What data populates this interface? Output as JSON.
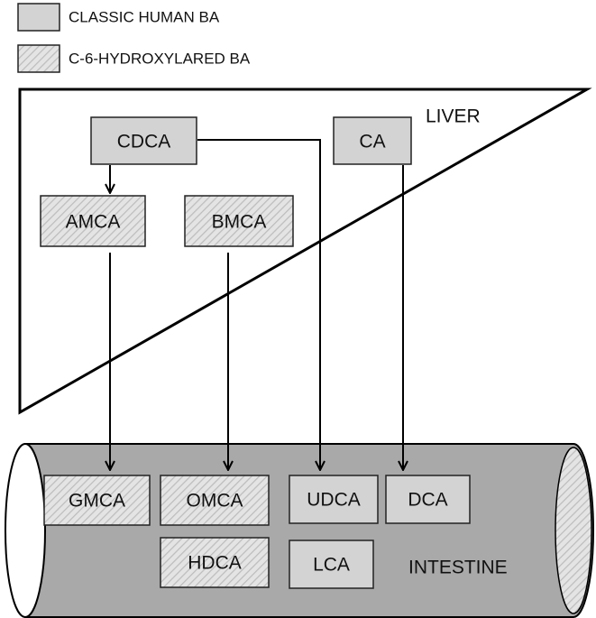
{
  "colors": {
    "classic_fill": "#d3d3d3",
    "hydroxylated_fill": "#e4e4e4",
    "hatch_stroke": "#bdbdbd",
    "intestine_fill": "#a9a9a9",
    "outline": "#000000"
  },
  "legend": {
    "classic_label": "CLASSIC HUMAN BA",
    "hydroxylated_label": "C-6-HYDROXYLARED BA"
  },
  "regions": {
    "liver_label": "LIVER",
    "intestine_label": "INTESTINE"
  },
  "boxes": {
    "cdca": {
      "label": "CDCA",
      "type": "classic"
    },
    "ca": {
      "label": "CA",
      "type": "classic"
    },
    "amca": {
      "label": "AMCA",
      "type": "hydroxylated"
    },
    "bmca": {
      "label": "BMCA",
      "type": "hydroxylated"
    },
    "gmca": {
      "label": "GMCA",
      "type": "hydroxylated"
    },
    "omca": {
      "label": "OMCA",
      "type": "hydroxylated"
    },
    "hdca": {
      "label": "HDCA",
      "type": "hydroxylated"
    },
    "udca": {
      "label": "UDCA",
      "type": "classic"
    },
    "dca": {
      "label": "DCA",
      "type": "classic"
    },
    "lca": {
      "label": "LCA",
      "type": "classic"
    }
  },
  "edges": [
    {
      "from": "CDCA",
      "to": "AMCA"
    },
    {
      "from": "CDCA",
      "to": "UDCA"
    },
    {
      "from": "CA",
      "to": "DCA"
    },
    {
      "from": "AMCA",
      "to": "GMCA"
    },
    {
      "from": "BMCA",
      "to": "OMCA"
    }
  ]
}
